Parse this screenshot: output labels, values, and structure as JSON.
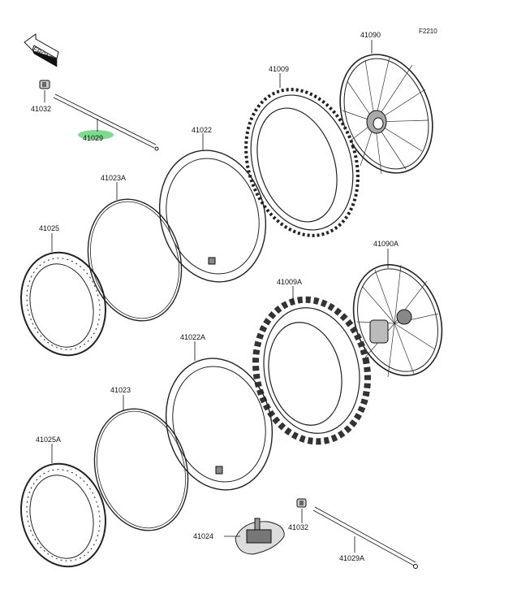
{
  "diagram": {
    "reference_code": "F2210",
    "front_label": "FRONT",
    "highlight_color": "#7fd98f",
    "parts": [
      {
        "id": "41029",
        "kind": "spoke-rod"
      },
      {
        "id": "41032",
        "kind": "nut"
      },
      {
        "id": "41090",
        "kind": "wheel-assembly"
      },
      {
        "id": "41009",
        "kind": "tire"
      },
      {
        "id": "41022",
        "kind": "inner-tube"
      },
      {
        "id": "41023A",
        "kind": "rim-band"
      },
      {
        "id": "41025",
        "kind": "rim"
      },
      {
        "id": "41090A",
        "kind": "wheel-assembly"
      },
      {
        "id": "41009A",
        "kind": "tire"
      },
      {
        "id": "41022A",
        "kind": "inner-tube"
      },
      {
        "id": "41023",
        "kind": "rim-band"
      },
      {
        "id": "41025A",
        "kind": "rim"
      },
      {
        "id": "41032",
        "kind": "nut"
      },
      {
        "id": "41024",
        "kind": "rim-lock"
      },
      {
        "id": "41029A",
        "kind": "spoke-rod"
      }
    ]
  }
}
